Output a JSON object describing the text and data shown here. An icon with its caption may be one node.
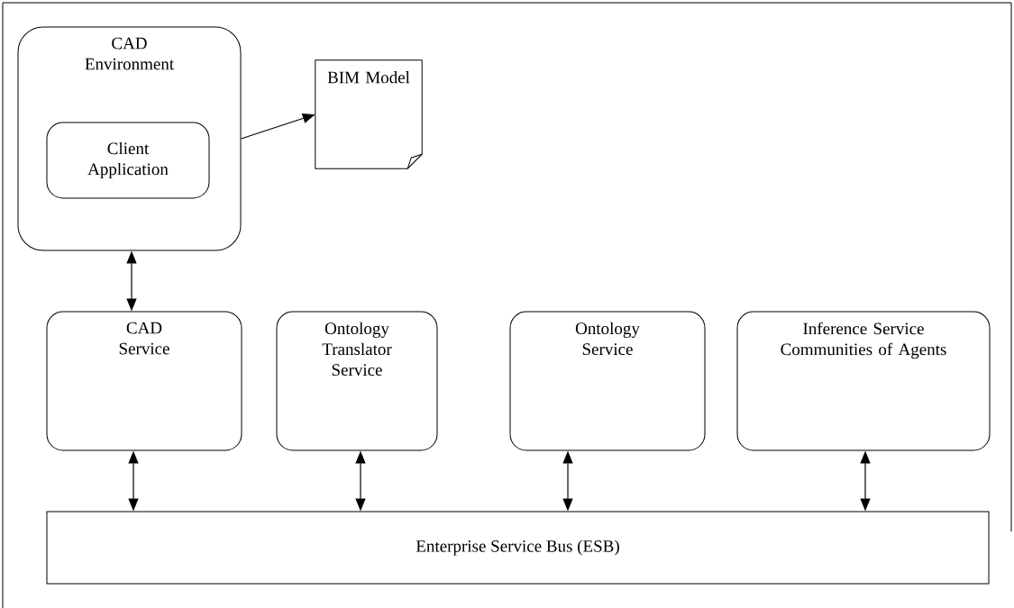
{
  "diagram": {
    "nodes": [
      {
        "text": [
          "CAD Environment"
        ]
      },
      {
        "text": [
          "Client Application"
        ],
        "in": 0
      },
      {
        "text": [
          "BIM Model"
        ]
      },
      {
        "text": [
          "CAD Service"
        ]
      },
      {
        "text": [
          "Ontology Translator Service"
        ]
      },
      {
        "text": [
          "Ontology Service"
        ]
      },
      {
        "text": [
          "Inference Service Communities of Agents"
        ]
      },
      {
        "text": [
          "Enterprise Service Bus (ESB)"
        ]
      }
    ],
    "edges": [
      {
        "from": 0,
        "to": 2,
        "arrow": "to"
      },
      {
        "from": 0,
        "to": 3,
        "arrow": "both"
      },
      {
        "from": 3,
        "to": 7,
        "arrow": "both"
      },
      {
        "from": 4,
        "to": 7,
        "arrow": "both"
      },
      {
        "from": 5,
        "to": 7,
        "arrow": "both"
      },
      {
        "from": 6,
        "to": 7,
        "arrow": "both"
      }
    ]
  }
}
